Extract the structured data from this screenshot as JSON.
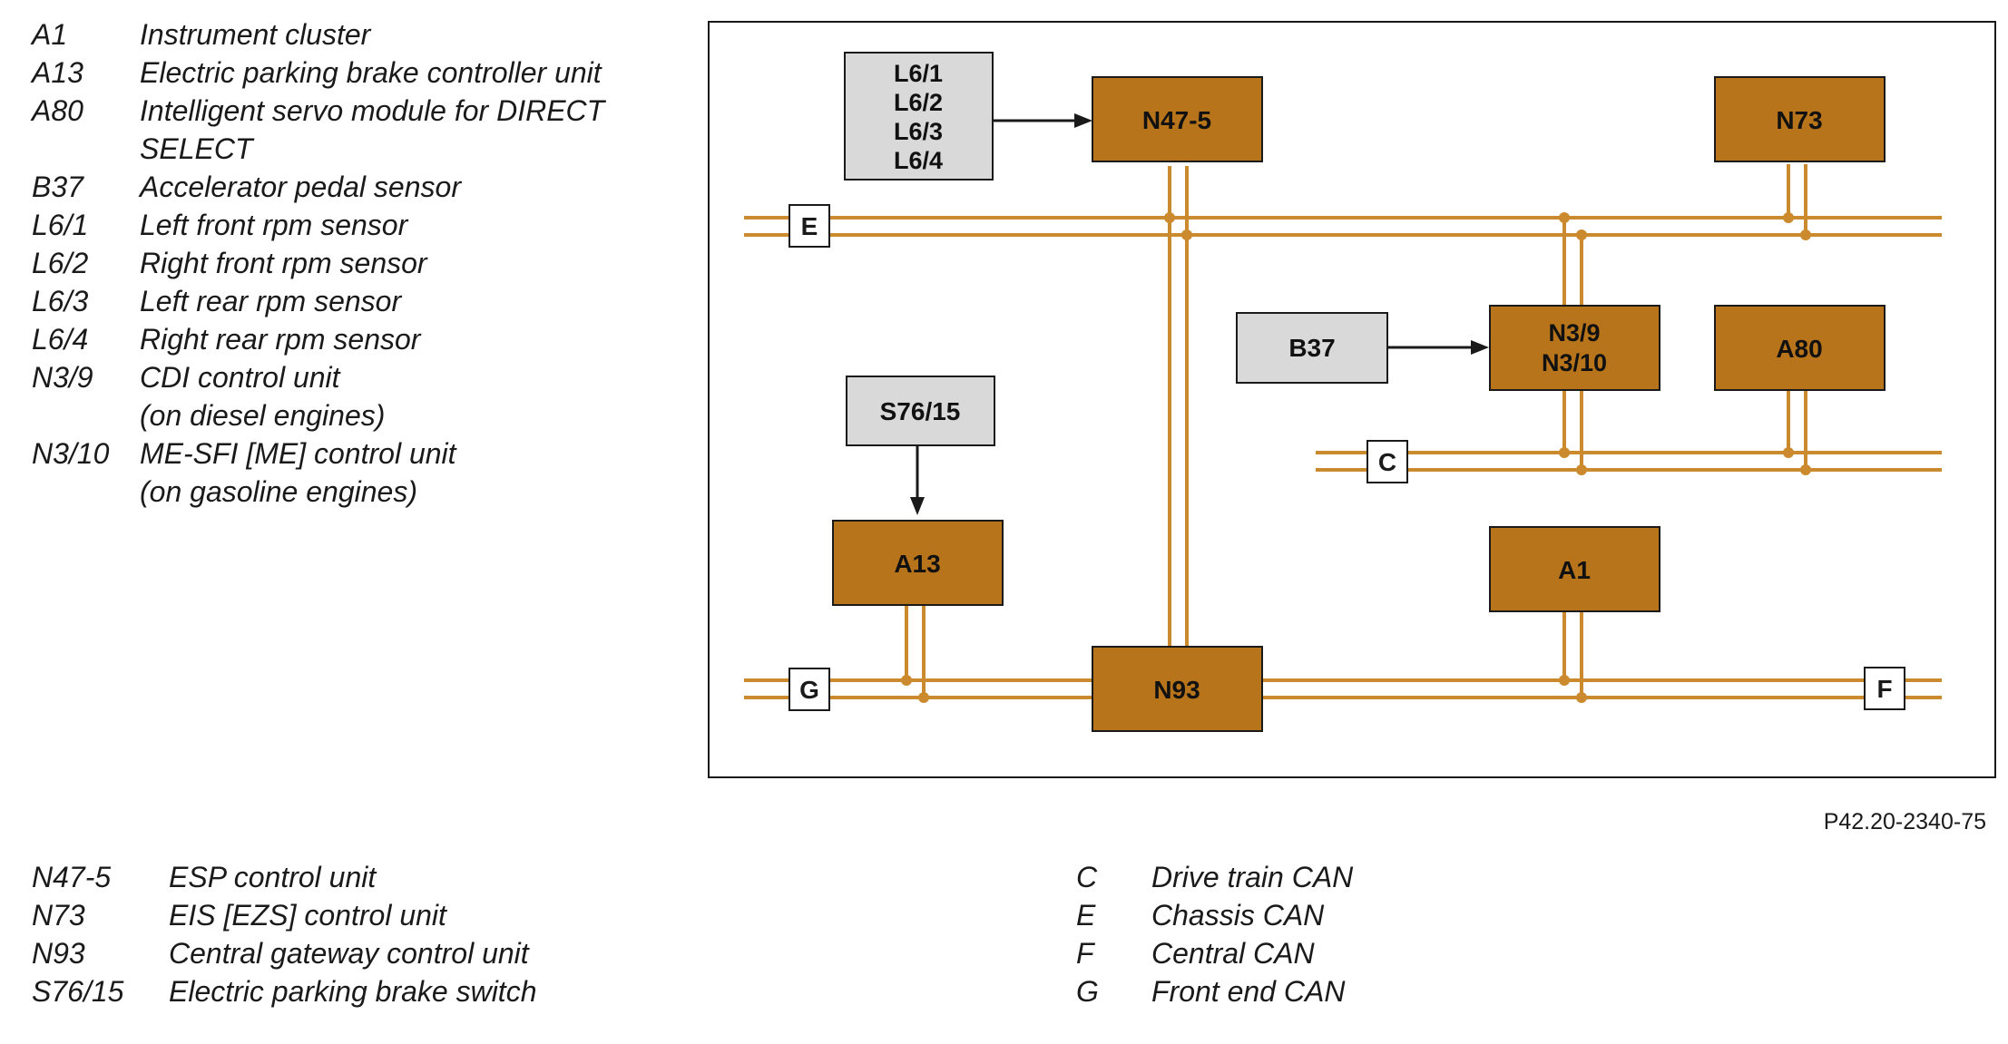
{
  "legend_top": [
    {
      "code": "A1",
      "desc": "Instrument cluster"
    },
    {
      "code": "A13",
      "desc": "Electric parking brake controller unit"
    },
    {
      "code": "A80",
      "desc": "Intelligent servo module for DIRECT\nSELECT"
    },
    {
      "code": "B37",
      "desc": "Accelerator pedal sensor"
    },
    {
      "code": "L6/1",
      "desc": "Left front rpm sensor"
    },
    {
      "code": "L6/2",
      "desc": "Right front rpm sensor"
    },
    {
      "code": "L6/3",
      "desc": "Left rear rpm sensor"
    },
    {
      "code": "L6/4",
      "desc": "Right rear rpm sensor"
    },
    {
      "code": "N3/9",
      "desc": "CDI control unit\n(on diesel engines)"
    },
    {
      "code": "N3/10",
      "desc": "ME-SFI [ME] control unit\n(on gasoline engines)"
    }
  ],
  "legend_bottom_left": [
    {
      "code": "N47-5",
      "desc": "ESP control unit"
    },
    {
      "code": "N73",
      "desc": "EIS [EZS] control unit"
    },
    {
      "code": "N93",
      "desc": "Central gateway control unit"
    },
    {
      "code": "S76/15",
      "desc": "Electric parking brake switch"
    }
  ],
  "legend_bottom_right": [
    {
      "code": "C",
      "desc": "Drive train CAN"
    },
    {
      "code": "E",
      "desc": "Chassis CAN"
    },
    {
      "code": "F",
      "desc": "Central CAN"
    },
    {
      "code": "G",
      "desc": "Front end CAN"
    }
  ],
  "figure_ref": "P42.20-2340-75",
  "diagram": {
    "colors": {
      "unit_fill": "#b8741a",
      "sensor_fill": "#d9d9d9",
      "bus": "#cc8a2e",
      "stroke": "#1a1a1a"
    },
    "sensors": {
      "l6": [
        "L6/1",
        "L6/2",
        "L6/3",
        "L6/4"
      ],
      "b37": "B37",
      "s76": "S76/15"
    },
    "units": {
      "n47": "N47-5",
      "n73": "N73",
      "n3": [
        "N3/9",
        "N3/10"
      ],
      "a80": "A80",
      "a13": "A13",
      "a1": "A1",
      "n93": "N93"
    },
    "bus_labels": {
      "e": "E",
      "c": "C",
      "g": "G",
      "f": "F"
    }
  }
}
